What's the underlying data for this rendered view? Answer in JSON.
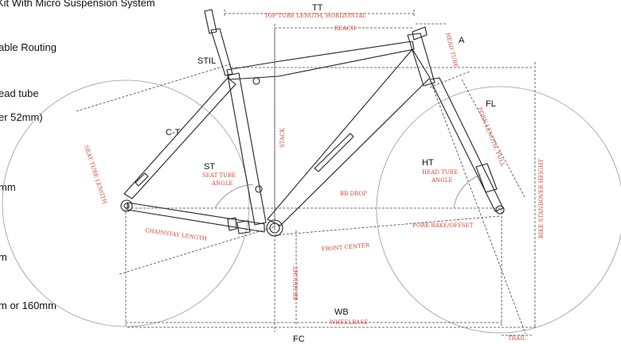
{
  "side_text": {
    "line1": "Kit With Micro Suspension System",
    "line2": "able Routing",
    "line3": "ead tube",
    "line4": "er 52mm)",
    "line5": "mm",
    "line6": "m",
    "line7": "m or 160mm"
  },
  "labels": {
    "tt": "TT",
    "a": "A",
    "stil": "STIL",
    "fl": "FL",
    "ct": "C-T",
    "st": "ST",
    "ht": "HT",
    "wb": "WB",
    "fc": "FC"
  },
  "notes": {
    "top_tube": "TOP TUBE LENGTH, HORIZONTAL",
    "reach": "REACH",
    "head_tube": "HEAD TUBE",
    "fork_length": "FORK LENGTH, FULL",
    "stack": "STACK",
    "seat_tube_length": "SEAT TUBE LENGTH",
    "seat_tube_angle_1": "SEAT TUBE",
    "seat_tube_angle_2": "ANGLE",
    "head_tube_angle_1": "HEAD TUBE",
    "head_tube_angle_2": "ANGLE",
    "bb_drop": "BB DROP",
    "fork_rake": "FORK RAKE/OFFSET",
    "chainstay": "CHAINSTAY LENGTH",
    "front_center": "FRONT CENTER",
    "bb_height": "BB HEIGHT",
    "wheelbase": "WHEELBASE",
    "trail": "TRAIL",
    "standover": "BIKE STANDOVER HEIGHT"
  },
  "colors": {
    "annotation": "#d24a3a",
    "line": "#222222",
    "wheel": "#9a9a9a"
  }
}
